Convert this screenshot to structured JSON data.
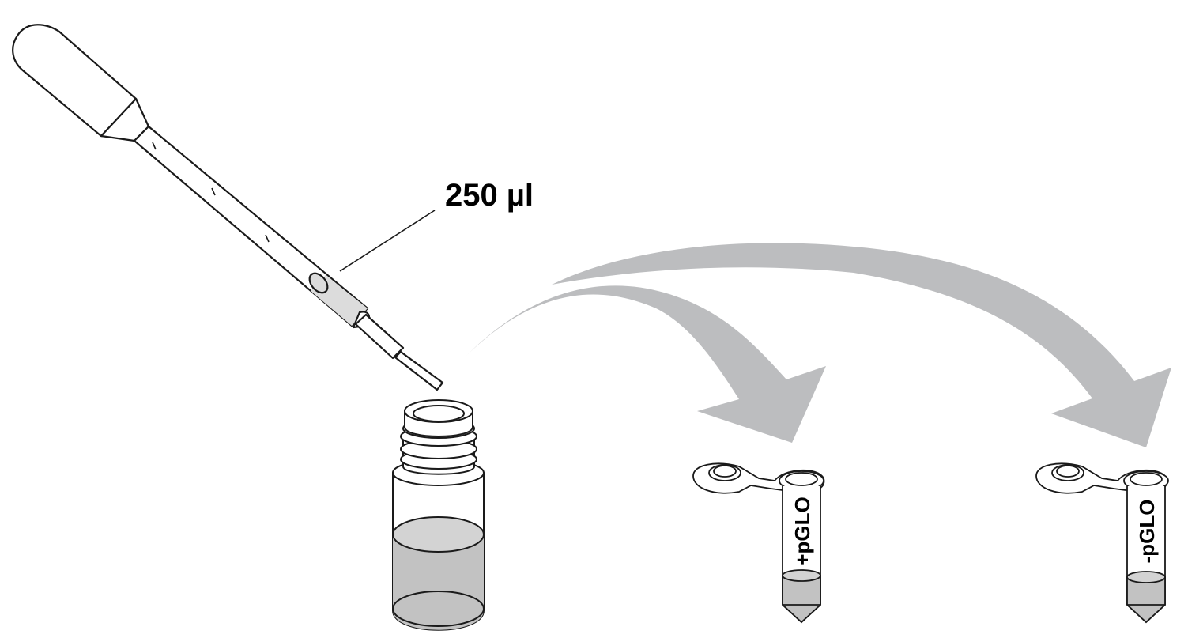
{
  "volume_label": "250 µl",
  "tubes": [
    {
      "label": "+pGLO"
    },
    {
      "label": "-pGLO"
    }
  ],
  "colors": {
    "arrow": "#bcbdbf",
    "liquid": "#c2c2c2",
    "outline": "#1a1a1a",
    "background": "#ffffff"
  },
  "icons": [
    "transfer-pipet-icon",
    "vial-icon",
    "microtube-icon",
    "curved-arrow-icon"
  ]
}
